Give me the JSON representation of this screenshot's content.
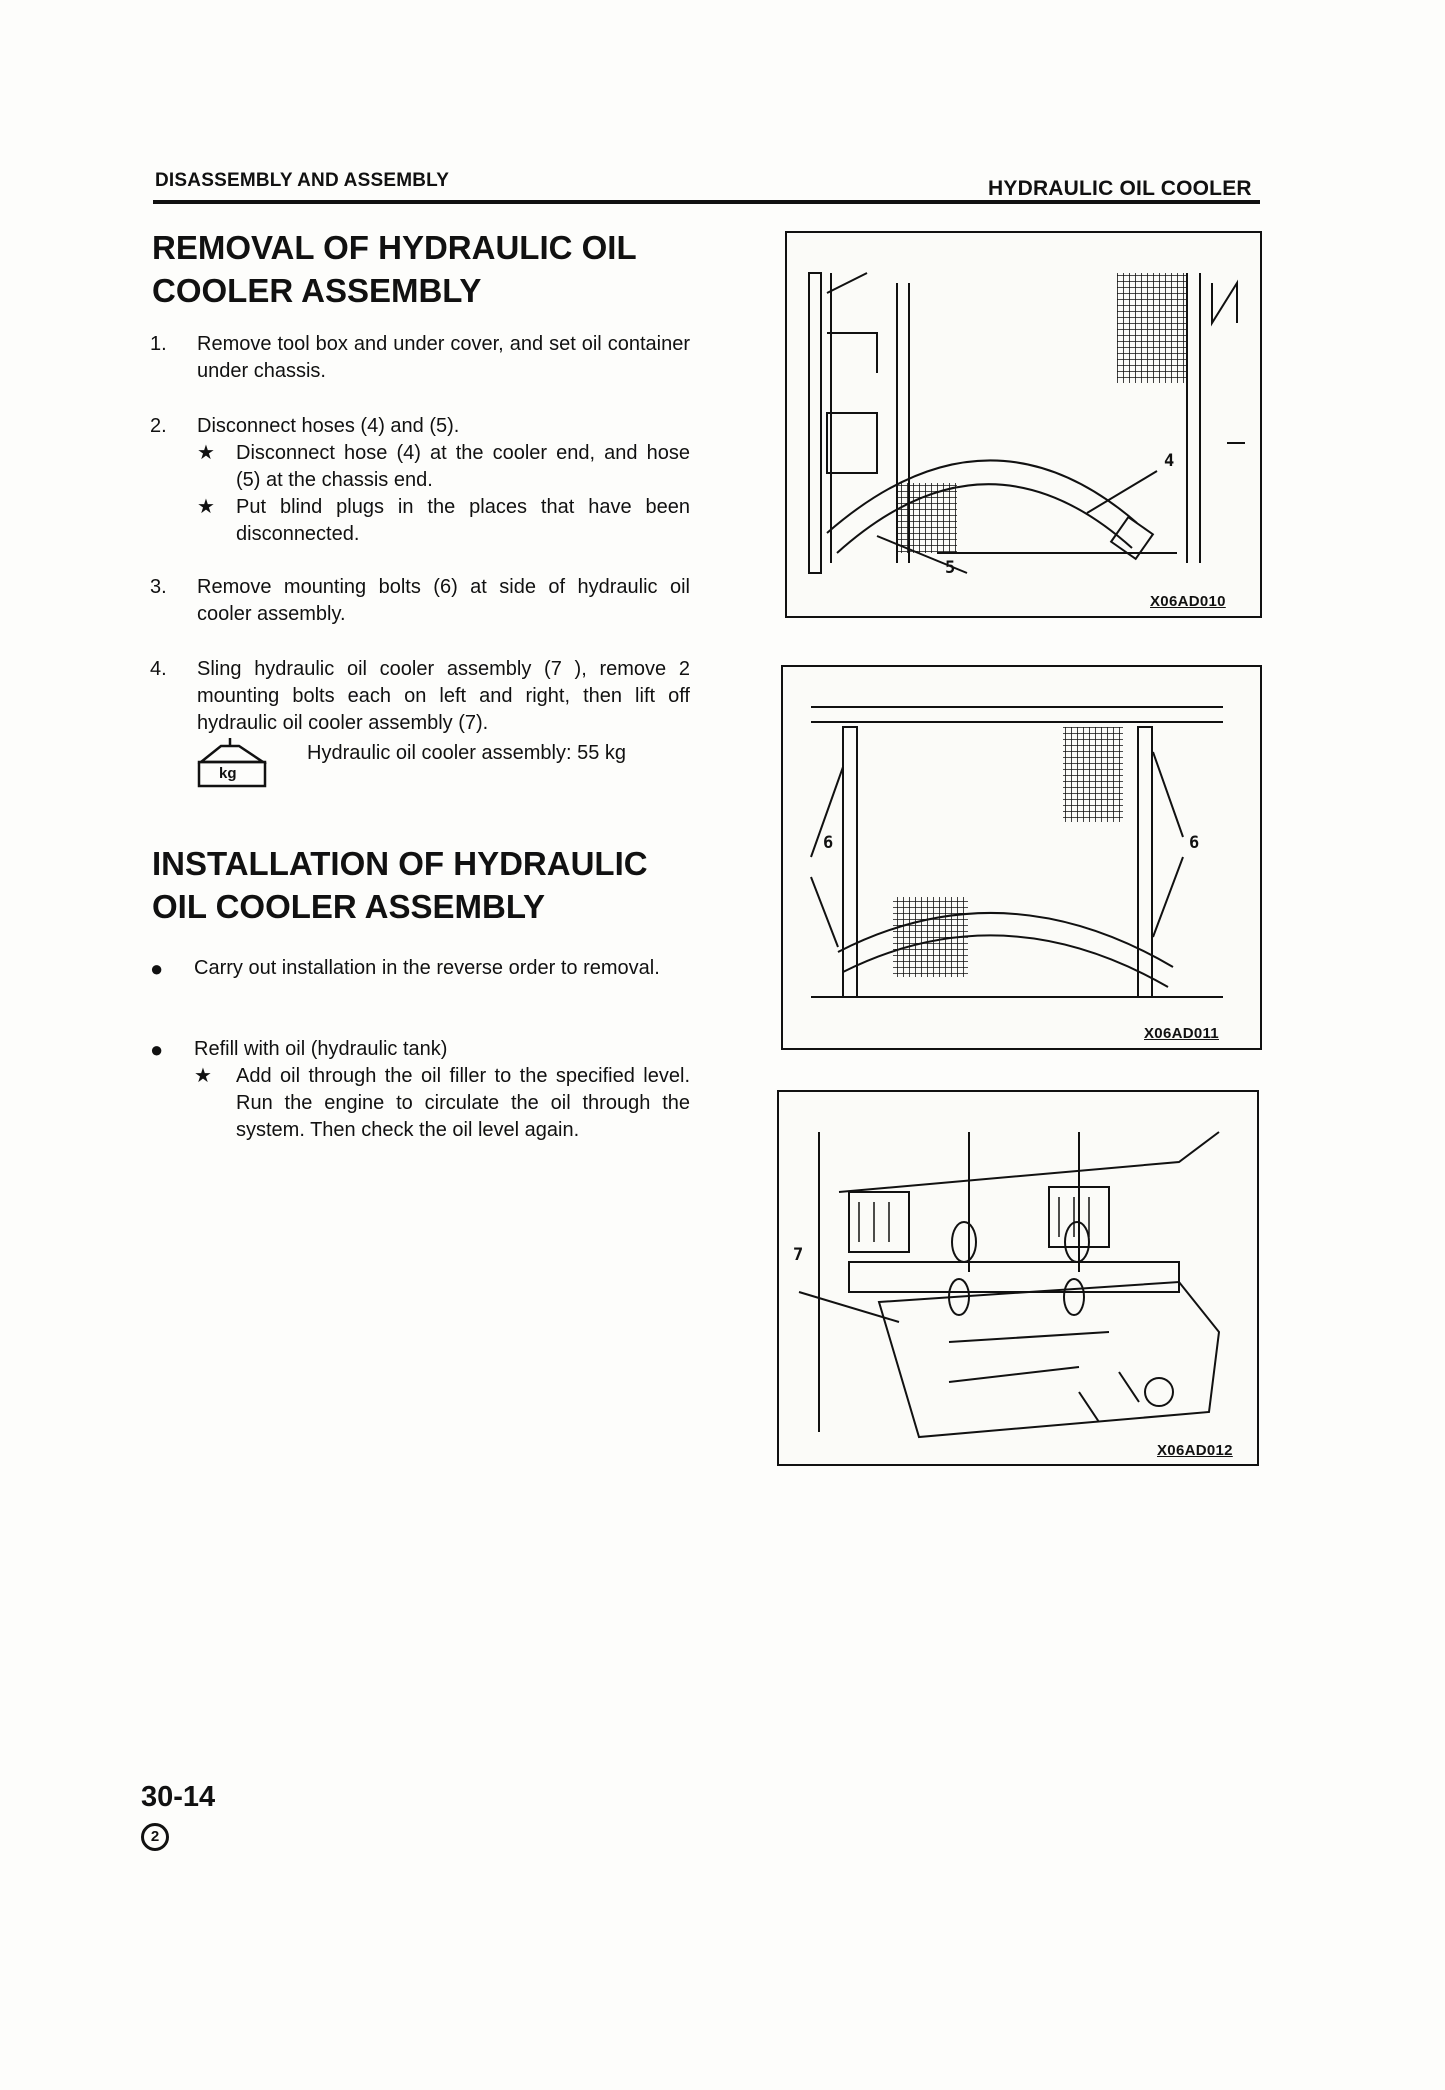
{
  "header": {
    "left": "DISASSEMBLY AND ASSEMBLY",
    "right": "HYDRAULIC OIL COOLER"
  },
  "removal": {
    "title_line1": "REMOVAL OF HYDRAULIC OIL",
    "title_line2": "COOLER ASSEMBLY",
    "steps": [
      {
        "num": "1.",
        "text": "Remove tool box and under cover, and set oil container under chassis."
      },
      {
        "num": "2.",
        "text": "Disconnect hoses (4) and (5).",
        "notes": [
          "Disconnect hose (4) at the cooler end, and hose (5) at the chassis end.",
          "Put blind plugs in the places that have been disconnected."
        ]
      },
      {
        "num": "3.",
        "text": "Remove mounting bolts (6) at side of hydraulic oil cooler assembly."
      },
      {
        "num": "4.",
        "text": "Sling hydraulic oil cooler assembly (7 ), remove 2 mounting bolts each on left and right, then lift off hydraulic oil cooler assembly (7)."
      }
    ],
    "weight_icon_label": "kg",
    "weight_text": "Hydraulic oil cooler assembly: 55 kg"
  },
  "installation": {
    "title_line1": "INSTALLATION OF HYDRAULIC",
    "title_line2": "OIL COOLER ASSEMBLY",
    "bullets": [
      {
        "text": "Carry out installation in the reverse order to removal."
      },
      {
        "text": "Refill with oil (hydraulic tank)",
        "notes": [
          "Add oil through the oil filler to the specified level. Run the engine to circulate the oil through the system. Then check the oil level again."
        ]
      }
    ]
  },
  "note_marker": "★",
  "bullet_marker": "●",
  "figures": [
    {
      "code": "X06AD010",
      "callouts": [
        "4",
        "5"
      ]
    },
    {
      "code": "X06AD011",
      "callouts": [
        "6",
        "6"
      ]
    },
    {
      "code": "X06AD012",
      "callouts": [
        "7"
      ]
    }
  ],
  "footer": {
    "page_number": "30-14",
    "revision": "2"
  }
}
